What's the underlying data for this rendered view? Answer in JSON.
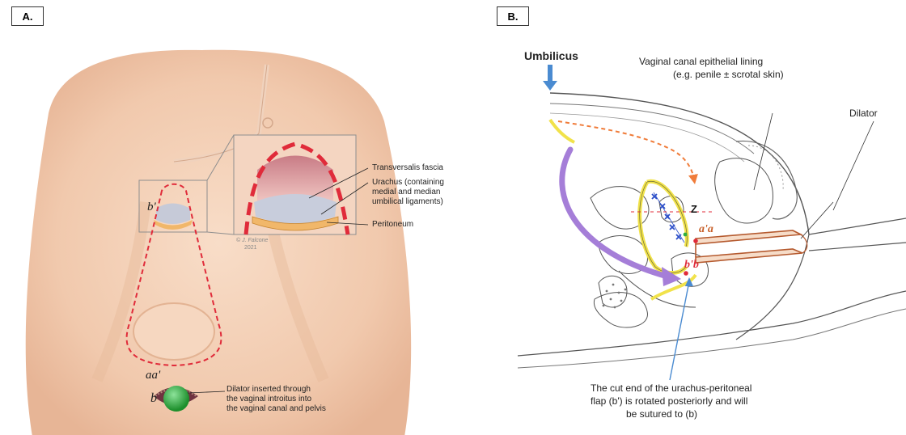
{
  "panel_a": {
    "tag": "A.",
    "inset": {
      "label_fascia": "Transversalis fascia",
      "label_urachus_1": "Urachus (containing",
      "label_urachus_2": "medial and median",
      "label_urachus_3": "umbilical ligaments)",
      "label_peritoneum": "Peritoneum",
      "signature_1": "© J. Falcone",
      "signature_2": "2021"
    },
    "marker_b_prime": "b'",
    "marker_aa_prime": "aa'",
    "marker_b": "b",
    "dilator_note_1": "Dilator inserted through",
    "dilator_note_2": "the vaginal introitus into",
    "dilator_note_3": "the vaginal canal and pelvis"
  },
  "panel_b": {
    "tag": "B.",
    "umbilicus": "Umbilicus",
    "lining_1": "Vaginal canal epithelial lining",
    "lining_2": "(e.g. penile ± scrotal skin)",
    "dilator": "Dilator",
    "marker_z": "Z",
    "marker_a_prime_a": "a'a",
    "marker_b_prime_b": "b'b",
    "caption_1": "The cut end of the urachus-peritoneal",
    "caption_2": "flap (b') is rotated posteriorly and will",
    "caption_3": "be sutured to (b)"
  },
  "colors": {
    "skin": "#f3d3bc",
    "red_dash": "#e02b3a",
    "flap_yellow": "#f1e24a",
    "suture_blue": "#2c4fc9",
    "arrow_blue": "#4a8bd1",
    "arrow_purple": "#a57ed8",
    "arrow_orange": "#f07c3a",
    "dilator_green": "#2fae3f"
  }
}
